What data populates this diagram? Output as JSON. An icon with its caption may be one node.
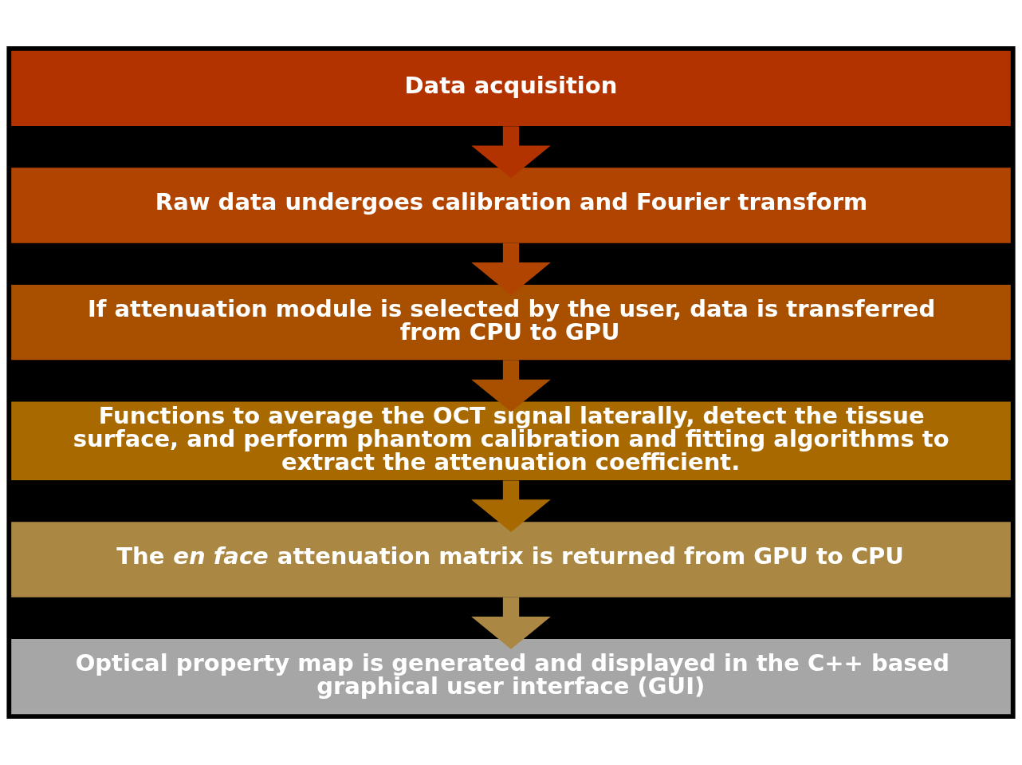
{
  "diagram": {
    "nodes": [
      {
        "text": [
          "Data acquisition"
        ]
      },
      {
        "text": [
          "Raw data undergoes calibration and Fourier transform"
        ]
      },
      {
        "text": [
          "If attenuation module is selected by the user, data is transferred from CPU to GPU"
        ]
      },
      {
        "text": [
          "Functions to average the OCT signal laterally, detect the tissue surface, and perform phantom calibration and fitting algorithms to extract the attenuation coefficient."
        ]
      },
      {
        "text": [
          "The *en face* attenuation matrix is returned from GPU to CPU"
        ]
      },
      {
        "text": [
          "Optical property map is generated and displayed in the C++ based graphical user interface (GUI)"
        ]
      }
    ],
    "edges": [
      {
        "from": 0,
        "to": 1,
        "arrow": "to"
      },
      {
        "from": 1,
        "to": 2,
        "arrow": "to"
      },
      {
        "from": 2,
        "to": 3,
        "arrow": "to"
      },
      {
        "from": 3,
        "to": 4,
        "arrow": "to"
      },
      {
        "from": 4,
        "to": 5,
        "arrow": "to"
      }
    ]
  }
}
